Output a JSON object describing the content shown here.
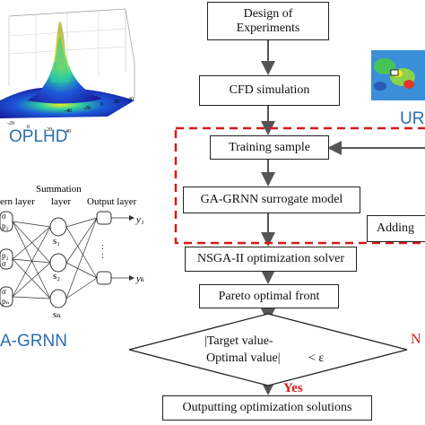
{
  "flow": {
    "design": "Design of\nExperiments",
    "cfd": "CFD simulation",
    "training": "Training sample",
    "surrogate": "GA-GRNN surrogate model",
    "adding": "Adding",
    "nsga": "NSGA-II optimization solver",
    "pareto": "Pareto optimal front",
    "decision_line1": "|Target value-",
    "decision_line2": "Optimal value|",
    "decision_lt": "< ε",
    "yes": "Yes",
    "no": "N",
    "output": "Outputting optimization solutions"
  },
  "left": {
    "oplhd_caption": "OPLHD",
    "grnn_caption": "A-GRNN",
    "plot_ticks": [
      "-40",
      "-20",
      "0",
      "20",
      "40",
      "-20",
      "0",
      "20",
      "40"
    ],
    "net_layers": [
      "ern layer",
      "Summation\nlayer",
      "Output layer"
    ],
    "net_nodes_left": [
      "σ",
      "p₁",
      "p₂",
      "σ",
      "σ",
      "pₙ",
      "n"
    ],
    "net_sum_nodes": [
      "s₁",
      "s₂",
      "sₙ"
    ],
    "net_outputs": [
      "y₁",
      "yₖ"
    ],
    "dots": ":"
  },
  "right": {
    "ur_caption": "UR"
  },
  "colors": {
    "dash": "#d21a1a",
    "caption": "#2a6fb0",
    "stroke": "#222222"
  }
}
